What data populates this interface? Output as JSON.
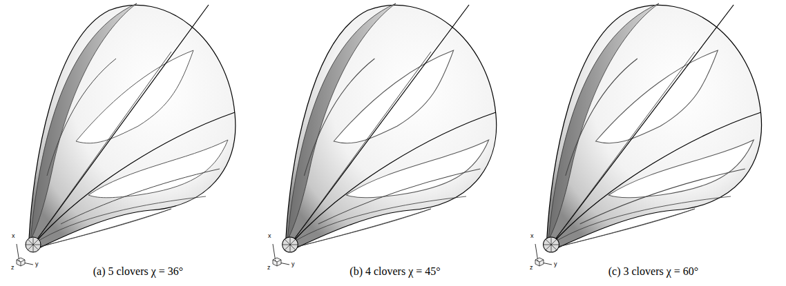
{
  "diagram": {
    "labels": [
      "(a) 5 clovers χ = 36°",
      "(b) 4 clovers χ = 45°",
      "(c) 3 clovers χ = 60°",
      "x",
      "z",
      "y",
      "x",
      "z",
      "y",
      "x",
      "z",
      "y"
    ]
  }
}
